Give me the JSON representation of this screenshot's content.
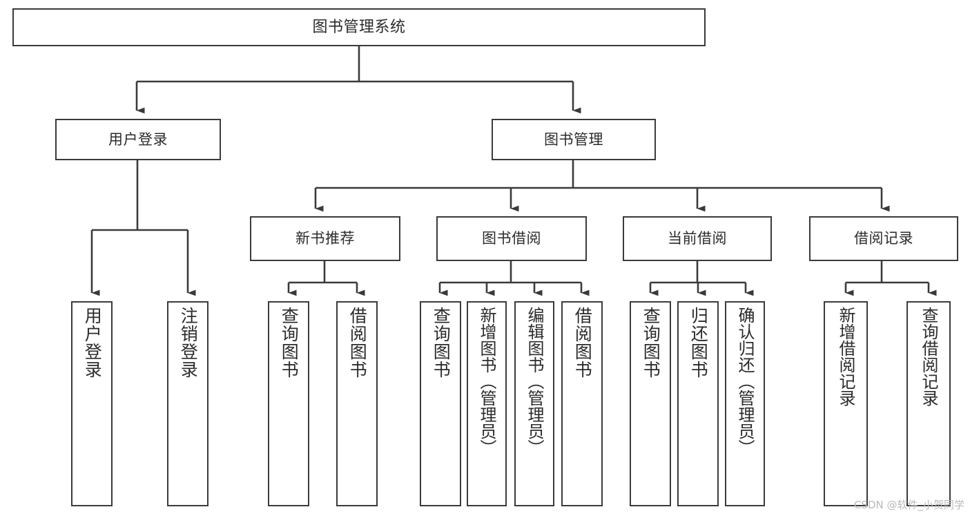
{
  "diagram": {
    "type": "tree-hierarchy",
    "title": "图书管理系统",
    "watermark": "CSDN @软件_小贺同学",
    "colors": {
      "background": "#ffffff",
      "stroke": "#3a3a3a",
      "text": "#2b2b2b",
      "watermark": "#b9b9b9"
    }
  },
  "nodes": {
    "root": {
      "label": "图书管理系统"
    },
    "level2": [
      {
        "label": "用户登录"
      },
      {
        "label": "图书管理"
      }
    ],
    "level3": [
      {
        "label": "新书推荐"
      },
      {
        "label": "图书借阅"
      },
      {
        "label": "当前借阅"
      },
      {
        "label": "借阅记录"
      }
    ],
    "leaves": {
      "user_login": [
        {
          "label": "用户登录"
        },
        {
          "label": "注销登录"
        }
      ],
      "new_book": [
        {
          "label": "查询图书"
        },
        {
          "label": "借阅图书"
        }
      ],
      "book_borrow": [
        {
          "label": "查询图书"
        },
        {
          "label": "新增图书（管理员）"
        },
        {
          "label": "编辑图书（管理员）"
        },
        {
          "label": "借阅图书"
        }
      ],
      "current_borrow": [
        {
          "label": "查询图书"
        },
        {
          "label": "归还图书"
        },
        {
          "label": "确认归还（管理员）"
        }
      ],
      "borrow_record": [
        {
          "label": "新增借阅记录"
        },
        {
          "label": "查询借阅记录"
        }
      ]
    }
  }
}
